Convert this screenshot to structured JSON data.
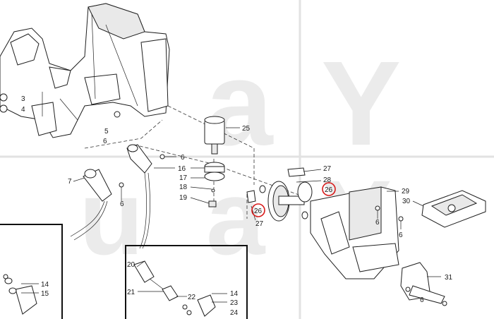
{
  "diagram": {
    "labels": {
      "n3": "3",
      "n4": "4",
      "n5": "5",
      "n6a": "6",
      "n6b": "6",
      "n6c": "6",
      "n6d": "6",
      "n6e": "6",
      "n6f": "6",
      "n7": "7",
      "n14a": "14",
      "n14b": "14",
      "n15": "15",
      "n16": "16",
      "n17": "17",
      "n18": "18",
      "n19": "19",
      "n20": "20",
      "n21": "21",
      "n22": "22",
      "n23": "23",
      "n24": "24",
      "n25": "25",
      "n26a": "26",
      "n26b": "26",
      "n27a": "27",
      "n27b": "27",
      "n28": "28",
      "n29": "29",
      "n30": "30",
      "n31": "31"
    },
    "highlight_color": "#d81a1a",
    "watermark": {
      "glyph1": "a",
      "glyph2": "Y",
      "glyph3": "u",
      "glyph4": "a",
      "glyph5": "Y"
    }
  }
}
